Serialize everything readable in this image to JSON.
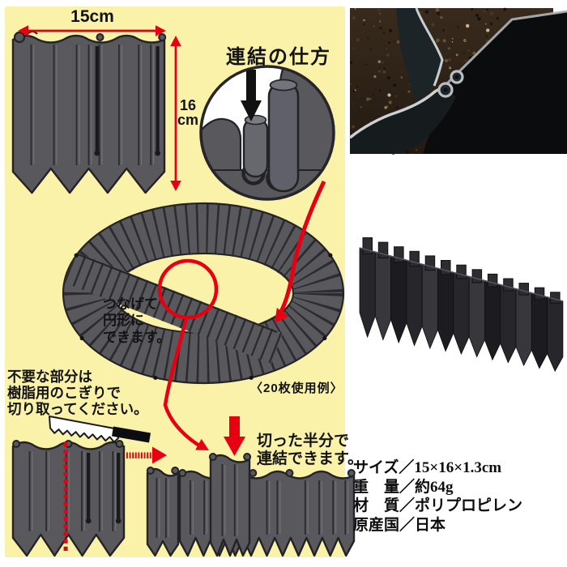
{
  "board": {
    "dimension_width": "15cm",
    "dimension_height": "16\ncm",
    "connect_heading": "連結の仕方",
    "ring_caption": "つなげて\n円形に\nできます。",
    "ring_example": "〈20枚使用例〉",
    "saw_caption": "不要な部分は\n樹脂用のこぎりで\n切り取ってください。",
    "half_caption": "切った半分で\n連結できます。"
  },
  "specs": {
    "lines": [
      "サイズ／15×16×1.3cm",
      "重　量／約64g",
      "材　質／ポリプロピレン",
      "原産国／日本"
    ]
  },
  "colors": {
    "background": "#FFFFFF",
    "panel_background": "#FAF2A8",
    "product_gray": "#58585D",
    "outline": "#232327",
    "accent_red": "#E60012"
  },
  "icons": {
    "insert_arrow": "down-arrow-icon",
    "saw": "plastic-saw-icon",
    "dimension_arrows": "double-arrow-icon"
  }
}
